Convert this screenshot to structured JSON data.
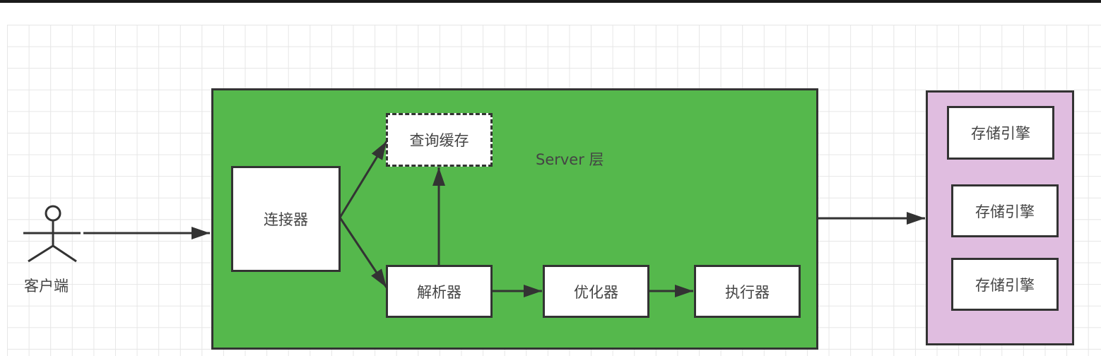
{
  "client": {
    "label": "客户端"
  },
  "server": {
    "label": "Server 层",
    "color": "#55b84c",
    "components": {
      "connector": "连接器",
      "query_cache": "查询缓存",
      "parser": "解析器",
      "optimizer": "优化器",
      "executor": "执行器"
    }
  },
  "storage": {
    "color": "#e0bde0",
    "engines": [
      "存储引擎",
      "存储引擎",
      "存储引擎"
    ]
  }
}
